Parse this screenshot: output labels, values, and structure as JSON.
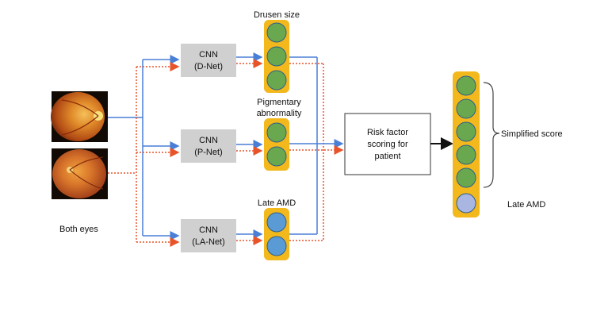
{
  "inputs": {
    "label": "Both eyes"
  },
  "cnns": [
    {
      "name": "CNN",
      "net": "(D-Net)"
    },
    {
      "name": "CNN",
      "net": "(P-Net)"
    },
    {
      "name": "CNN",
      "net": "(LA-Net)"
    }
  ],
  "outputs": {
    "drusen": {
      "title": "Drusen size",
      "nodes": 3,
      "color": "#6aa84f"
    },
    "pigment": {
      "title_line1": "Pigmentary",
      "title_line2": "abnormality",
      "nodes": 2,
      "color": "#6aa84f"
    },
    "late_amd": {
      "title": "Late AMD",
      "nodes": 2,
      "color": "#5b9bd5"
    }
  },
  "risk": {
    "line1": "Risk factor",
    "line2": "scoring for",
    "line3": "patient"
  },
  "final": {
    "score_label": "Simplified score",
    "late_amd_label": "Late AMD",
    "green_nodes": 5,
    "purple_nodes": 1
  },
  "colors": {
    "solid_line": "#4a7fd6",
    "dotted_line": "#e8542a",
    "node_frame": "#f2b81c",
    "cnn_box": "#d0d0d0",
    "green": "#6aa84f",
    "blue": "#5b9bd5",
    "lavender": "#a9b6e2"
  }
}
